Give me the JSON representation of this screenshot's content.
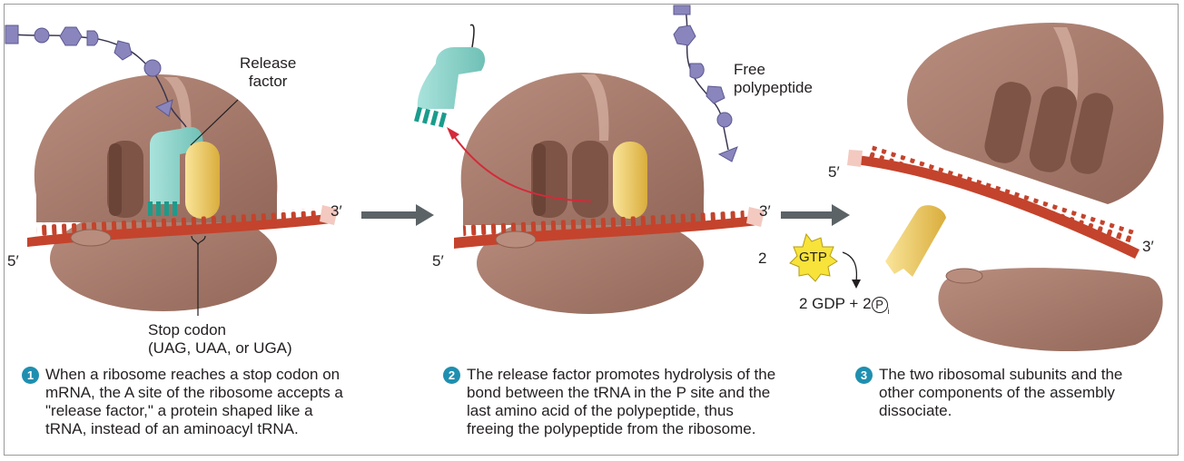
{
  "panel1": {
    "label_release_factor": "Release\nfactor",
    "label_3prime": "3′",
    "label_5prime": "5′",
    "label_stop_codon": "Stop codon\n(UAG, UAA, or UGA)",
    "step_number": "1",
    "step_text": "When a ribosome reaches a stop codon on\nmRNA, the A site of the ribosome accepts a\n\"release factor,\" a protein shaped like a\ntRNA, instead of an aminoacyl tRNA."
  },
  "panel2": {
    "label_free_polypeptide": "Free\npolypeptide",
    "label_3prime": "3′",
    "label_5prime": "5′",
    "gtp_coefficient": "2",
    "gtp_label": "GTP",
    "gdp_label": "2 GDP + 2",
    "pi_symbol": "P",
    "pi_subscript": "i",
    "step_number": "2",
    "step_text": "The release factor promotes hydrolysis of the\nbond between the tRNA in the P site and the\nlast amino acid of the polypeptide, thus\nfreeing the polypeptide from the ribosome."
  },
  "panel3": {
    "label_5prime": "5′",
    "label_3prime": "3′",
    "step_number": "3",
    "step_text": "The two ribosomal subunits and the\nother components of the assembly\ndissociate."
  },
  "colors": {
    "ribosome": "#a87c6e",
    "ribosome_dark": "#7d5446",
    "mrna": "#c4432c",
    "release_factor": "#8fd3cb",
    "trna_yellow": "#f2d06b",
    "polypeptide": "#8a86bd",
    "arrow_gray": "#5b6367",
    "arrow_red": "#d42a3a",
    "gtp_star": "#f7e33a",
    "badge": "#1f8fb0"
  }
}
